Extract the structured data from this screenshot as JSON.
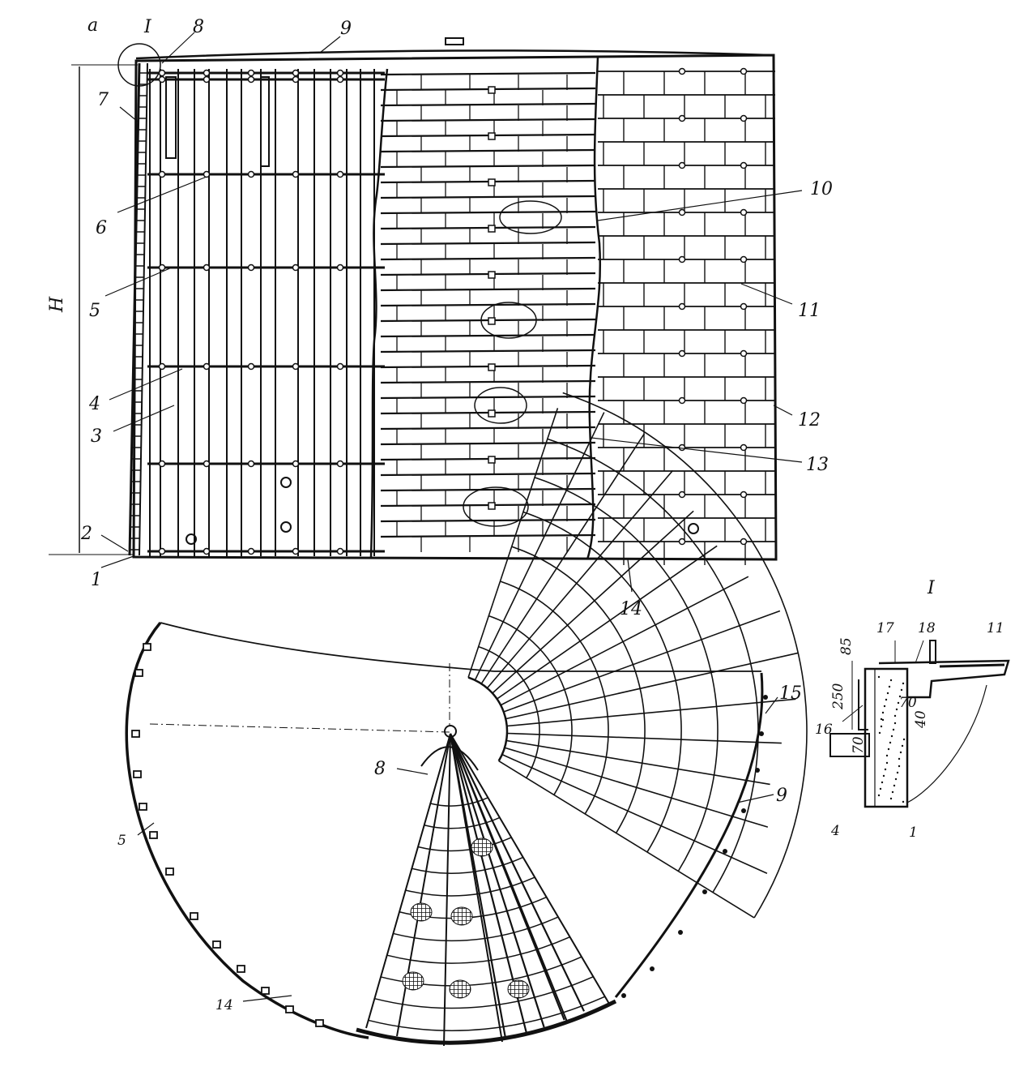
{
  "figure": {
    "view_a_label": "a",
    "section_label": "I",
    "height_label": "H"
  },
  "callouts": {
    "c1": "1",
    "c2": "2",
    "c3": "3",
    "c4": "4",
    "c5": "5",
    "c6": "6",
    "c7": "7",
    "c8": "8",
    "c9": "9",
    "c10": "10",
    "c11": "11",
    "c12": "12",
    "c13": "13",
    "c14": "14",
    "c15": "15",
    "c16": "16",
    "c17": "17",
    "c18": "18",
    "c_detail": "I",
    "plan_c5": "5",
    "plan_c8": "8",
    "plan_c9": "9",
    "plan_c14": "14",
    "plan_c15": "15",
    "det_c4": "4",
    "det_c1": "1",
    "det_c11": "11"
  },
  "dimensions": {
    "d85": "85",
    "d250": "250",
    "d70": "70",
    "d40": "40",
    "d70b": "70"
  },
  "colors": {
    "ink": "#111111",
    "paper": "#ffffff"
  }
}
